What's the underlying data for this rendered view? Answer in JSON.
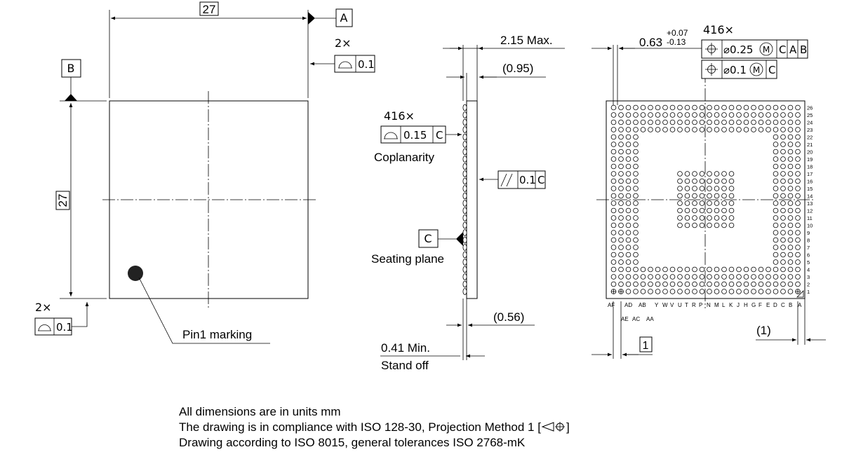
{
  "top_view": {
    "width_dim": "27",
    "height_dim": "27",
    "datum_a": "A",
    "datum_b": "B",
    "profile_top_count": "2×",
    "profile_top_value": "0.1",
    "profile_bottom_count": "2×",
    "profile_bottom_value": "0.1",
    "pin1_label": "Pin1 marking"
  },
  "side_view": {
    "height_max": "2.15 Max.",
    "substrate": "(0.95)",
    "ball_count": "416×",
    "coplanarity_value": "0.15",
    "coplanarity_datum": "C",
    "coplanarity_label": "Coplanarity",
    "parallel_value": "0.1",
    "parallel_datum": "C",
    "datum_c": "C",
    "seating_label": "Seating plane",
    "ball_height": "(0.56)",
    "standoff_value": "0.41 Min.",
    "standoff_label": "Stand off"
  },
  "bottom_view": {
    "ball_dia_nominal": "0.63",
    "ball_dia_plus": "+0.07",
    "ball_dia_minus": "-0.13",
    "ball_count": "416×",
    "pos_tol_1": "⌀0.25",
    "pos_tol_1_datums": [
      "C",
      "A",
      "B"
    ],
    "pos_tol_2": "⌀0.1",
    "pos_tol_2_datums": [
      "C"
    ],
    "pitch": "1",
    "edge_dim": "(1)",
    "row_numbers": [
      "26",
      "25",
      "24",
      "23",
      "22",
      "21",
      "20",
      "19",
      "18",
      "17",
      "16",
      "15",
      "14",
      "13",
      "12",
      "11",
      "10",
      "9",
      "8",
      "7",
      "6",
      "5",
      "4",
      "3",
      "2",
      "1"
    ],
    "col_letters_top": [
      "AF",
      "AD",
      "AB",
      "Y",
      "W",
      "V",
      "U",
      "T",
      "R",
      "P",
      "N",
      "M",
      "L",
      "K",
      "J",
      "H",
      "G",
      "F",
      "E",
      "D",
      "C",
      "B",
      "A"
    ],
    "col_letters_bottom": [
      "AE",
      "AC",
      "AA"
    ]
  },
  "notes": {
    "line1": "All dimensions are in units mm",
    "line2": "The drawing is in compliance with ISO 128-30, Projection Method 1 [",
    "line2_end": "]",
    "line3": "Drawing according to ISO 8015, general tolerances ISO 2768-mK"
  }
}
